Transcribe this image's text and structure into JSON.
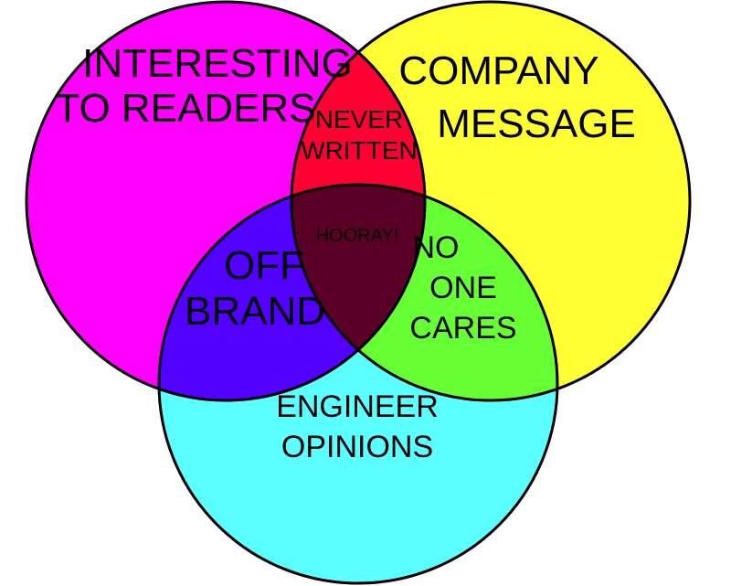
{
  "circles": {
    "readers": {
      "lines": [
        "INTERESTING",
        "TO READERS"
      ],
      "color": "#ff00ff"
    },
    "company": {
      "lines": [
        "COMPANY",
        "MESSAGE"
      ],
      "color": "#ffff33"
    },
    "engineer": {
      "lines": [
        "ENGINEER",
        "OPINIONS"
      ],
      "color": "#5cffff"
    }
  },
  "overlaps": {
    "readers_company": {
      "lines": [
        "NEVER",
        "WRITTEN"
      ],
      "color": "#ff0033"
    },
    "readers_engineer": {
      "lines": [
        "OFF",
        "BRAND"
      ],
      "color": "#5200ff"
    },
    "company_engineer": {
      "lines": [
        "NO",
        "ONE",
        "CARES"
      ],
      "color": "#66ff33"
    },
    "all_three": {
      "lines": [
        "HOORAY!"
      ],
      "color": "#5a0026"
    }
  }
}
